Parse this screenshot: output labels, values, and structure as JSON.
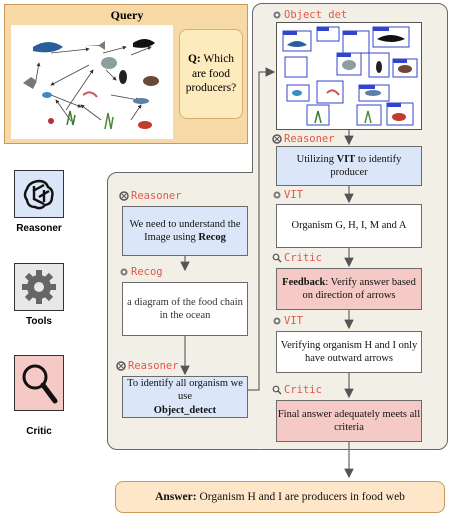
{
  "query": {
    "title": "Query",
    "question_bold": "Q:",
    "question_text": "Which are food producers?"
  },
  "legend": [
    {
      "label": "Reasoner",
      "icon": "openai-logo-icon",
      "color": "#dbe7f8"
    },
    {
      "label": "Tools",
      "icon": "gear-icon",
      "color": "#e8e8e8"
    },
    {
      "label": "Critic",
      "icon": "magnifier-icon",
      "color": "#f5c9c6"
    }
  ],
  "left_flow": {
    "step1": {
      "agent": "Reasoner",
      "text_pre": "We need to understand the Image using",
      "text_bold": "Recog"
    },
    "step2": {
      "agent": "Recog",
      "text": "a diagram of the food chain in the ocean"
    },
    "step3": {
      "agent": "Reasoner",
      "text_pre": "To identify all organism we use",
      "text_bold": "Object_detect"
    }
  },
  "right_flow": {
    "step1": {
      "agent": "Object det"
    },
    "step2": {
      "agent": "Reasoner",
      "text_pre": "Utilizing",
      "text_bold": "VIT",
      "text_post": "to identify producer"
    },
    "step3": {
      "agent": "VIT",
      "text": "Organism G, H, I, M and A"
    },
    "step4": {
      "agent": "Critic",
      "text_bold": "Feedback",
      "text_post": ": Verify answer based on direction of arrows"
    },
    "step5": {
      "agent": "VIT",
      "text": "Verifying organism H and I only have outward arrows"
    },
    "step6": {
      "agent": "Critic",
      "text": "Final answer adequately meets all criteria"
    }
  },
  "answer": {
    "label": "Answer:",
    "text": "Organism H and I are producers in food web"
  },
  "colors": {
    "reasoner": "#dbe7f8",
    "critic": "#f5c9c6",
    "query_bg": "#f7d9a8",
    "panel_bg": "#f2efe6",
    "answer_bg": "#fde7c8",
    "label": "#e0584a"
  }
}
